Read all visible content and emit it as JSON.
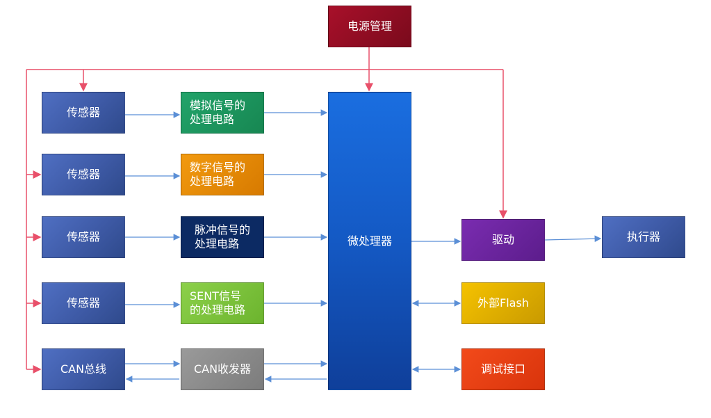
{
  "power": "电源管理",
  "sensors": [
    "传感器",
    "传感器",
    "传感器",
    "传感器"
  ],
  "can_bus": "CAN总线",
  "processing": {
    "analog": "模拟信号的\n处理电路",
    "digital": "数字信号的\n处理电路",
    "pulse": "脉冲信号的\n处理电路",
    "sent": "SENT信号\n的处理电路",
    "can_transceiver": "CAN收发器"
  },
  "mcu": "微处理器",
  "driver": "驱动",
  "actuator": "执行器",
  "flash": "外部Flash",
  "debug": "调试接口",
  "colors": {
    "power_line": "#e8506a",
    "signal_line": "#5b8fd6"
  }
}
